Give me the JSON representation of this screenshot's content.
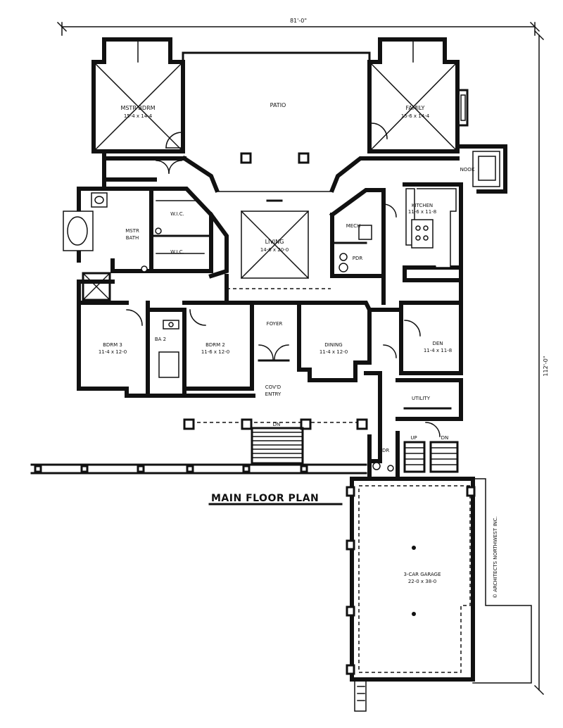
{
  "plan": {
    "title": "MAIN FLOOR PLAN",
    "overall_width": "81'-0\"",
    "overall_depth": "112'-0\"",
    "credit": "© ARCHITECTS NORTHWEST INC."
  },
  "rooms": {
    "mstr_bdrm": {
      "name": "MSTR BDRM",
      "size": "15-4 x 14-4"
    },
    "patio": {
      "name": "PATIO"
    },
    "family": {
      "name": "FAMILY",
      "size": "15-6 x 14-4"
    },
    "nook": {
      "name": "NOOK"
    },
    "wic_upper": {
      "name": "W.I.C."
    },
    "wic_lower": {
      "name": "W.I.C."
    },
    "mstr_bath": {
      "name": "MSTR",
      "name2": "BATH"
    },
    "living": {
      "name": "LIVING",
      "size": "14-6 x 20-0"
    },
    "mech": {
      "name": "MECH"
    },
    "pdr_upper": {
      "name": "PDR"
    },
    "kitchen": {
      "name": "KITCHEN",
      "size": "11-6 x 11-8"
    },
    "bdrm3": {
      "name": "BDRM 3",
      "size": "11-4 x 12-0"
    },
    "ba2": {
      "name": "BA 2"
    },
    "bdrm2": {
      "name": "BDRM 2",
      "size": "11-6 x 12-0"
    },
    "foyer": {
      "name": "FOYER"
    },
    "dining": {
      "name": "DINING",
      "size": "11-4 x 12-0"
    },
    "den": {
      "name": "DEN",
      "size": "11-4 x 11-8"
    },
    "covd_entry": {
      "name": "COV'D",
      "name2": "ENTRY"
    },
    "utility": {
      "name": "UTILITY"
    },
    "pdr_lower": {
      "name": "PDR"
    },
    "garage": {
      "name": "3-CAR GARAGE",
      "size": "22-0 x 38-0"
    }
  },
  "stairs": {
    "entry_dn": "DN",
    "up": "UP",
    "dn": "DN"
  }
}
